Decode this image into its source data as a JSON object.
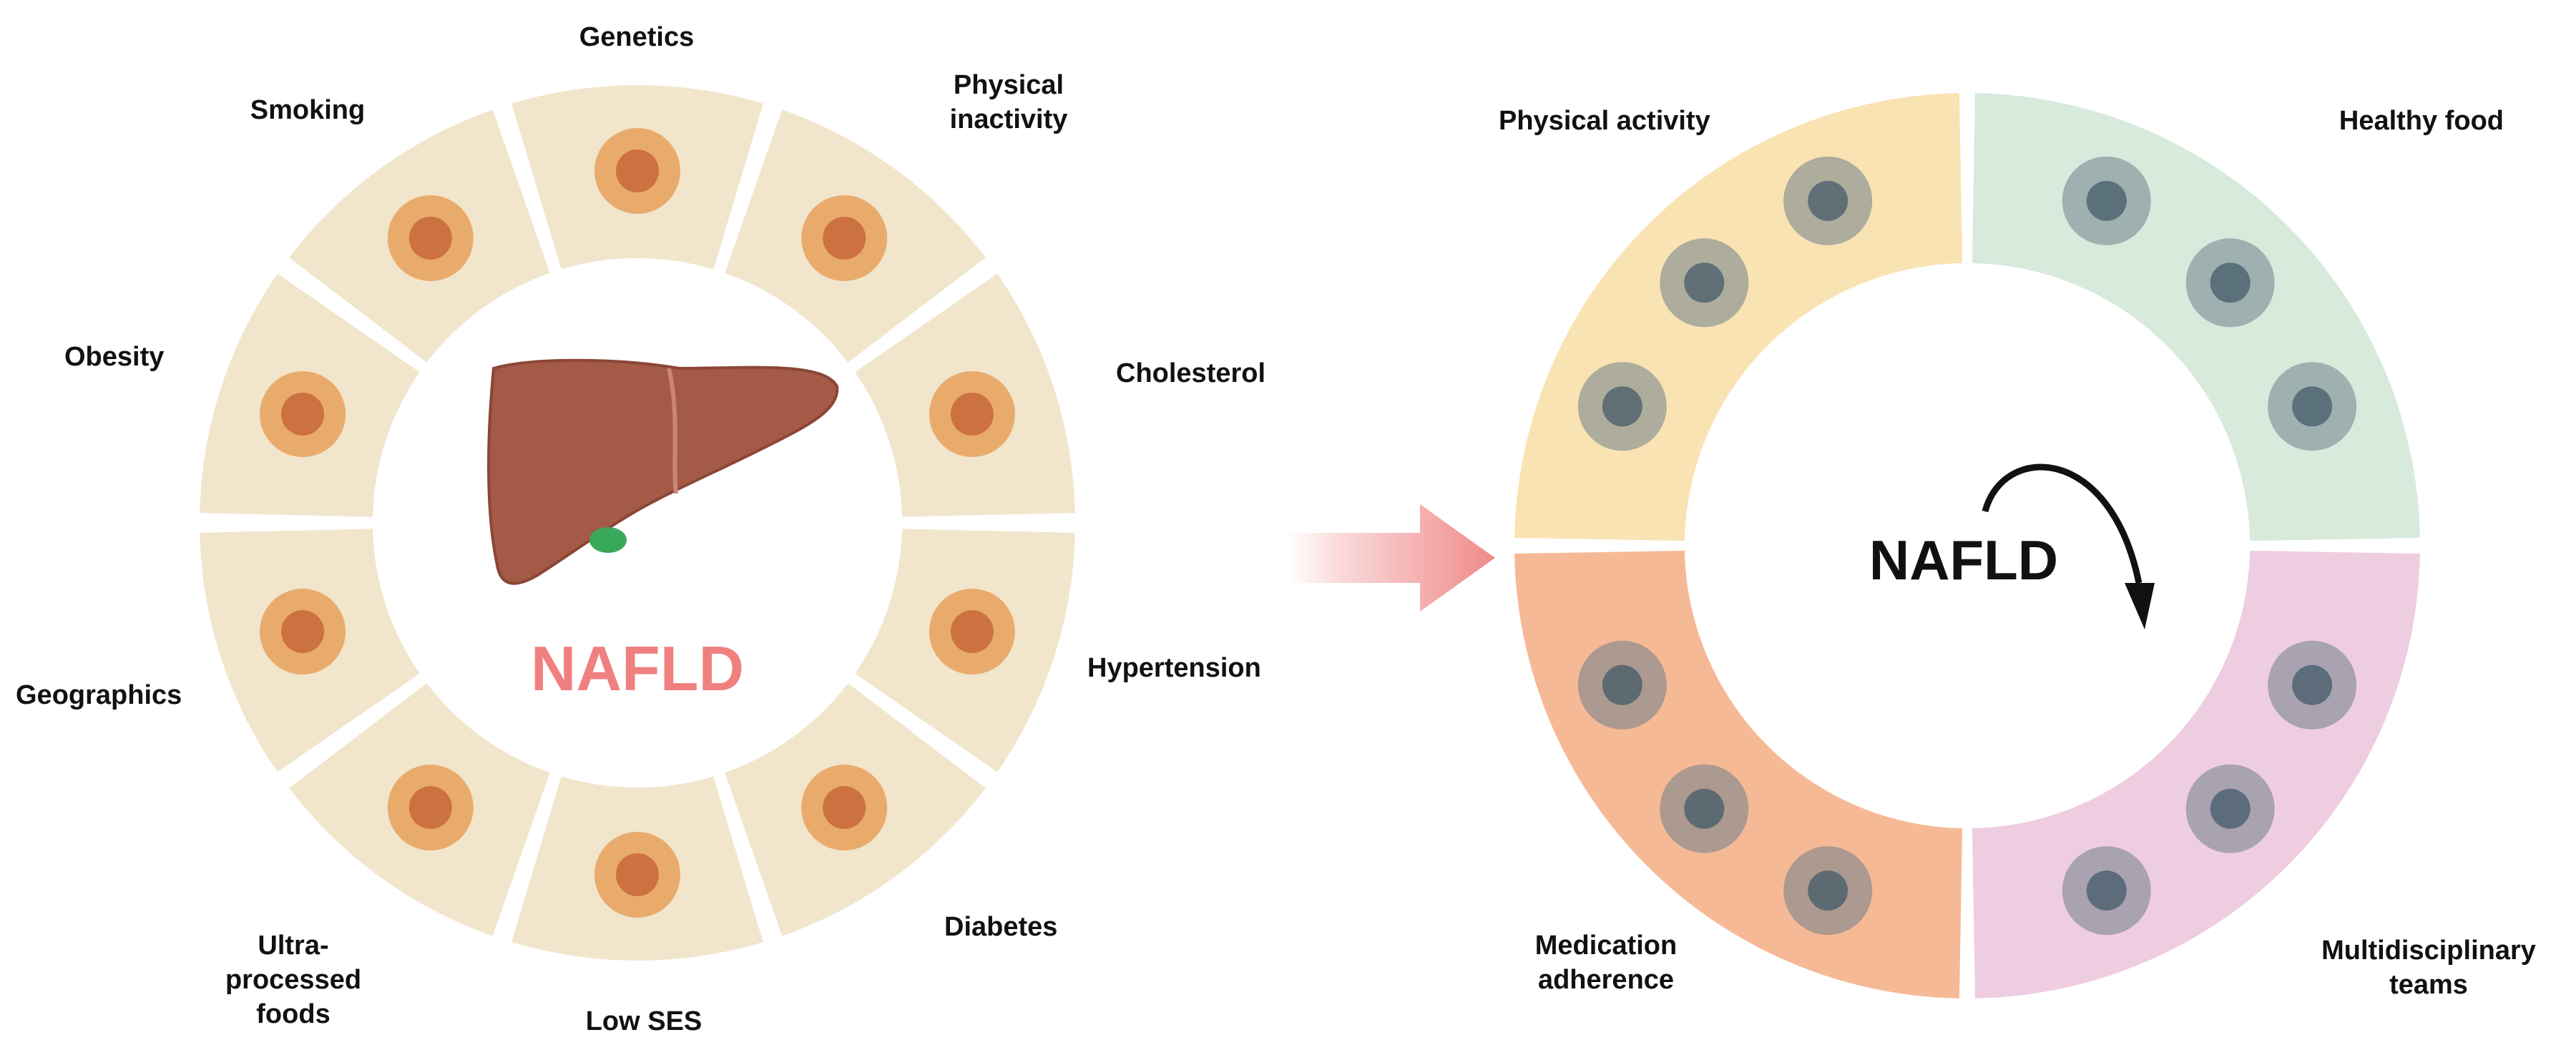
{
  "left_wheel": {
    "center_label": "NAFLD",
    "center_color": "#f08080",
    "segment_color": "#f1e5cc",
    "factors": [
      {
        "label": "Genetics",
        "icon": "dna-icon"
      },
      {
        "label": "Physical\ninactivity",
        "icon": "tv-sitting-person-icon"
      },
      {
        "label": "Cholesterol",
        "icon": "lipoprotein-icon"
      },
      {
        "label": "Hypertension",
        "icon": "blood-pressure-cuff-icon"
      },
      {
        "label": "Diabetes",
        "icon": "glucometer-icon"
      },
      {
        "label": "Low SES",
        "icon": "elderly-person-child-icon"
      },
      {
        "label": "Ultra-\nprocessed\nfoods",
        "icon": "junk-food-icon"
      },
      {
        "label": "Geographics",
        "icon": "globe-icon"
      },
      {
        "label": "Obesity",
        "icon": "obese-person-icon"
      },
      {
        "label": "Smoking",
        "icon": "cigarette-icon"
      }
    ]
  },
  "arrow": {
    "color": "#f08a8a"
  },
  "right_wheel": {
    "center_label": "NAFLD",
    "quadrants": [
      {
        "label": "Physical activity",
        "color": "#f9e3b3",
        "icons": [
          "leg-muscle-icon",
          "leg-press-machine-icon",
          "exercise-bike-icon"
        ]
      },
      {
        "label": "Healthy food",
        "color": "#d7eadc",
        "icons": [
          "broccoli-icon",
          "fish-icon",
          "pear-icon"
        ]
      },
      {
        "label": "Multidisciplinary\nteams",
        "color": "#efcde0",
        "icons": [
          "doctor-icon",
          "caduceus-icon",
          "nurse-icon"
        ]
      },
      {
        "label": "Medication\nadherence",
        "color": "#f6b996",
        "icons": [
          "syringe-icon",
          "vial-icon",
          "capsules-icon"
        ]
      }
    ]
  }
}
